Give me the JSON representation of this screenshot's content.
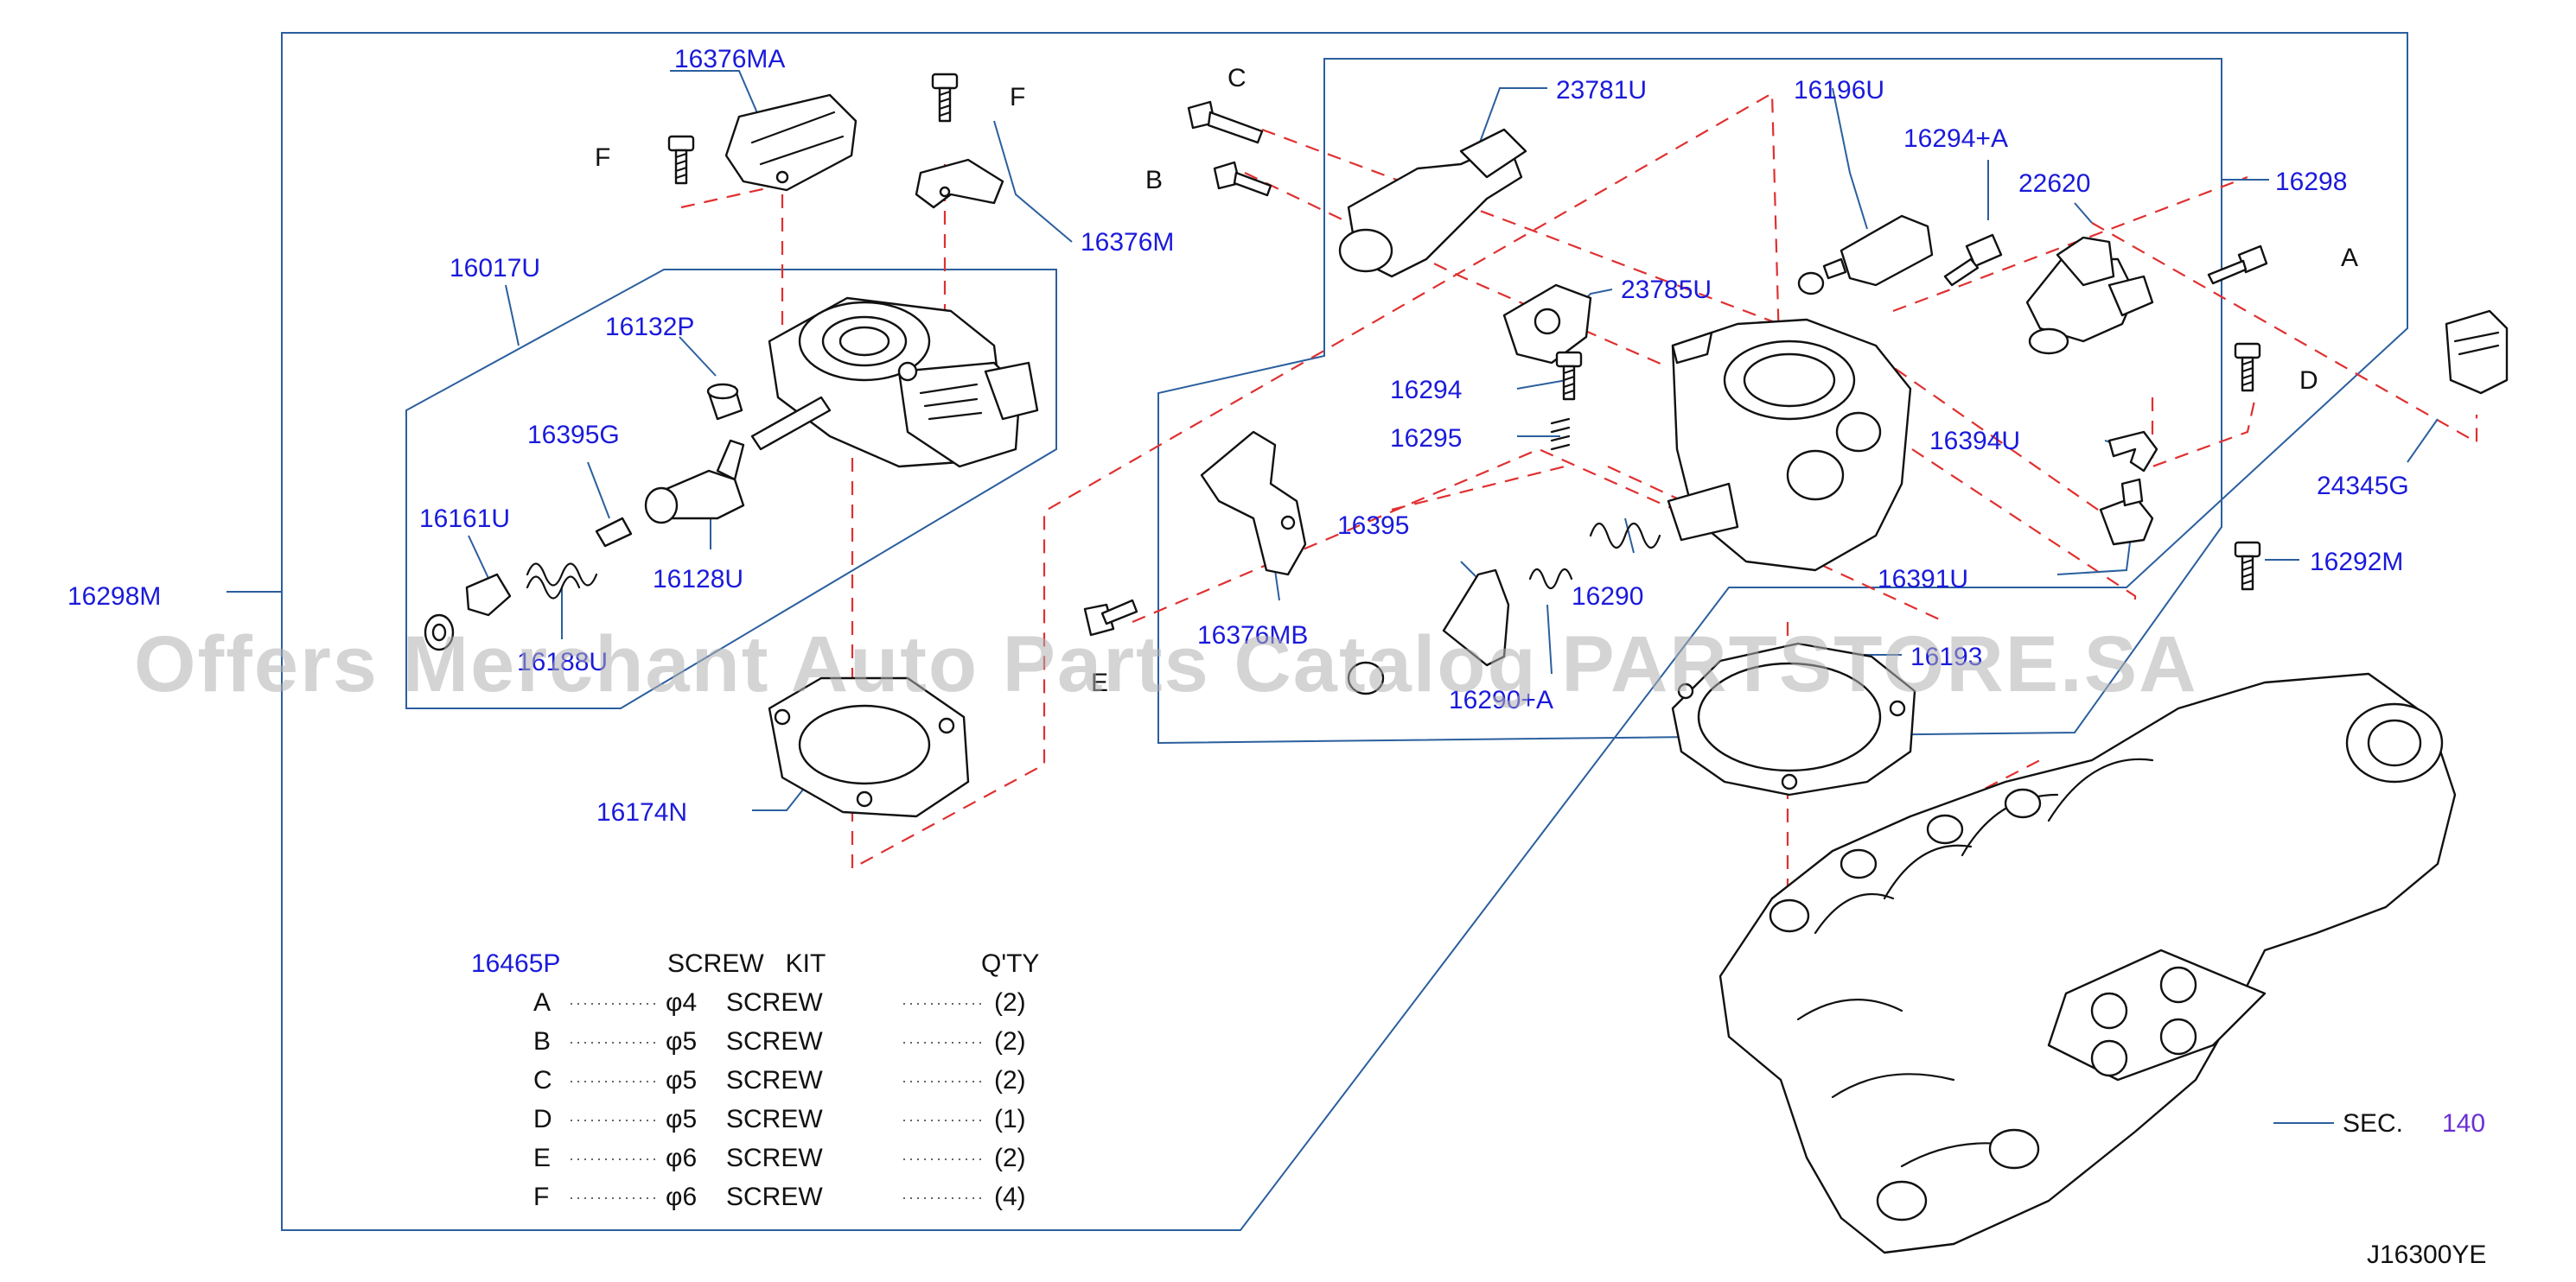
{
  "labels": {
    "l_16376MA": "16376MA",
    "l_16376M": "16376M",
    "l_16017U": "16017U",
    "l_16132P": "16132P",
    "l_16395G": "16395G",
    "l_16161U": "16161U",
    "l_16128U": "16128U",
    "l_16188U": "16188U",
    "l_16298M": "16298M",
    "l_16174N": "16174N",
    "l_23781U": "23781U",
    "l_16196U": "16196U",
    "l_16294A": "16294+A",
    "l_22620": "22620",
    "l_16298": "16298",
    "l_23785U": "23785U",
    "l_16294": "16294",
    "l_16295": "16295",
    "l_16394U": "16394U",
    "l_24345G": "24345G",
    "l_16395": "16395",
    "l_16290": "16290",
    "l_16391U": "16391U",
    "l_16292M": "16292M",
    "l_16376MB": "16376MB",
    "l_16290A": "16290+A",
    "l_16193": "16193",
    "sec_value": "140"
  },
  "letters": {
    "F1": "F",
    "F2": "F",
    "C": "C",
    "B": "B",
    "A": "A",
    "D": "D",
    "E": "E"
  },
  "sec_prefix": "SEC.",
  "diagram_code": "J16300YE",
  "watermark": "Offers Merchant Auto Parts Catalog PARTSTORE.SA",
  "screw_kit": {
    "part_no": "16465P",
    "title": "SCREW   KIT",
    "qty_header": "Q'TY",
    "rows": [
      {
        "letter": "A",
        "size": "φ4",
        "type": "SCREW",
        "qty": "(2)"
      },
      {
        "letter": "B",
        "size": "φ5",
        "type": "SCREW",
        "qty": "(2)"
      },
      {
        "letter": "C",
        "size": "φ5",
        "type": "SCREW",
        "qty": "(2)"
      },
      {
        "letter": "D",
        "size": "φ5",
        "type": "SCREW",
        "qty": "(1)"
      },
      {
        "letter": "E",
        "size": "φ6",
        "type": "SCREW",
        "qty": "(2)"
      },
      {
        "letter": "F",
        "size": "φ6",
        "type": "SCREW",
        "qty": "(4)"
      }
    ]
  },
  "colors": {
    "part_number": "#1a1adb",
    "frame": "#2b5f9e",
    "dashed_leader": "#e03030",
    "section_ref": "#6a2fd6"
  }
}
